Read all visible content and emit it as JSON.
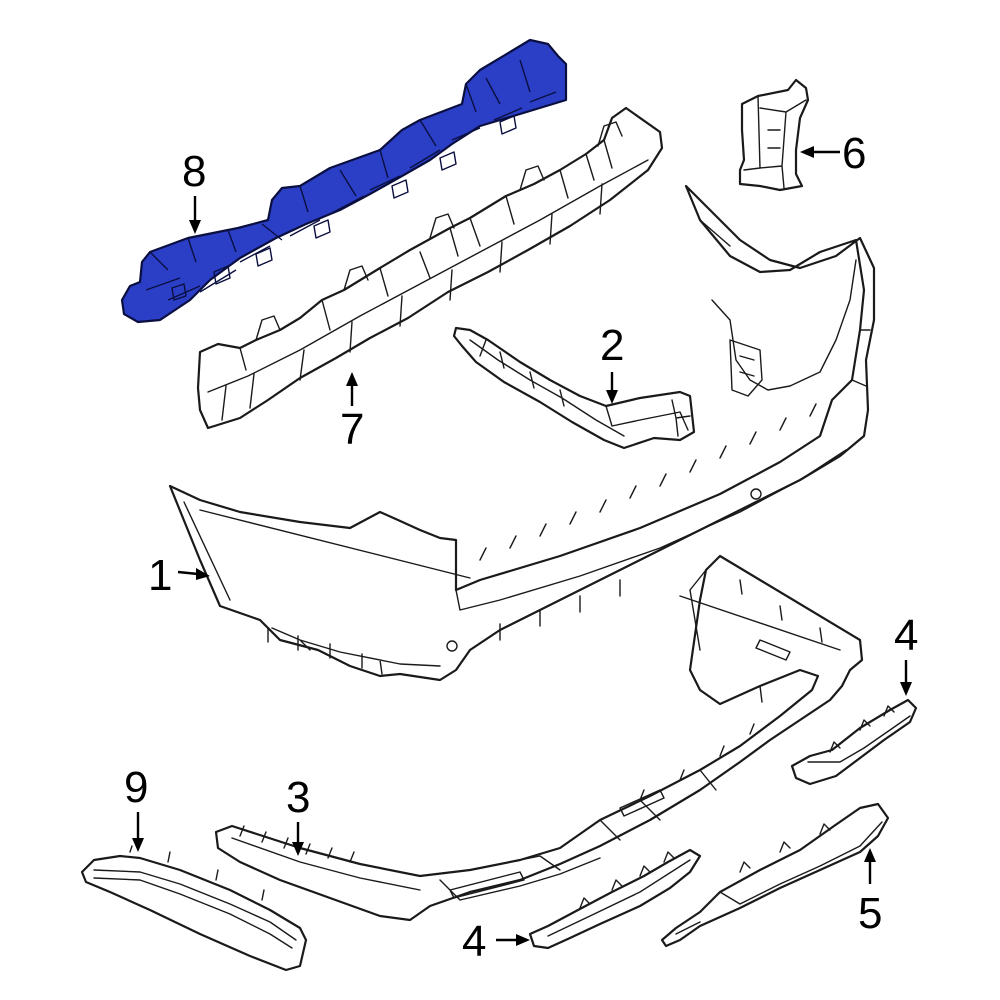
{
  "diagram": {
    "highlight_color": "#2a3fc6",
    "line_color": "#1a1a1a",
    "callouts": [
      {
        "id": "c1",
        "label": "1"
      },
      {
        "id": "c2",
        "label": "2"
      },
      {
        "id": "c3",
        "label": "3"
      },
      {
        "id": "c4a",
        "label": "4"
      },
      {
        "id": "c4b",
        "label": "4"
      },
      {
        "id": "c5",
        "label": "5"
      },
      {
        "id": "c6",
        "label": "6"
      },
      {
        "id": "c7",
        "label": "7"
      },
      {
        "id": "c8",
        "label": "8"
      },
      {
        "id": "c9",
        "label": "9"
      }
    ]
  }
}
